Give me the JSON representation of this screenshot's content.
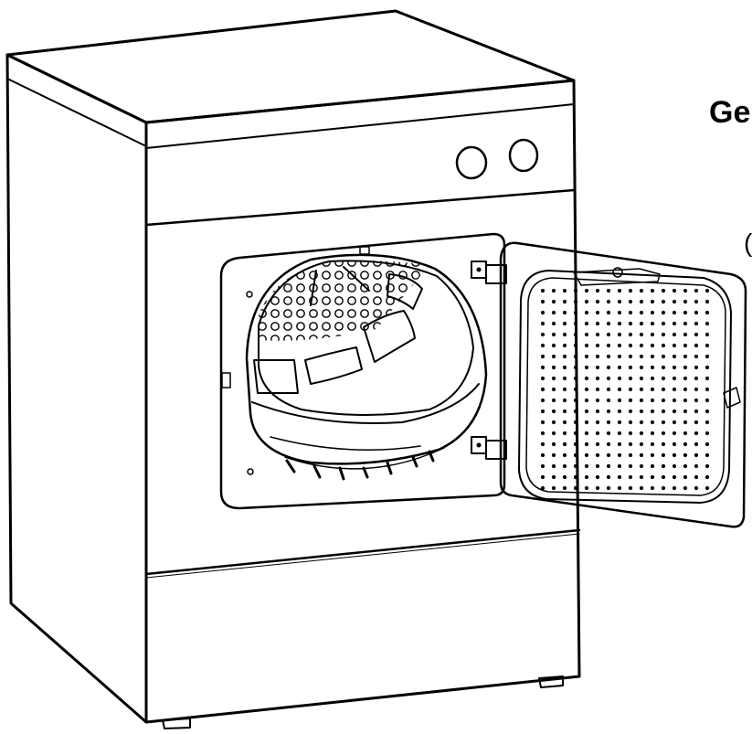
{
  "heading_fragment": "Ge",
  "side_fragment": "(",
  "illustration": {
    "subject": "tumble-dryer",
    "line_color": "#000000",
    "background_color": "#ffffff",
    "door_state": "open",
    "control_knob_count": 2
  }
}
